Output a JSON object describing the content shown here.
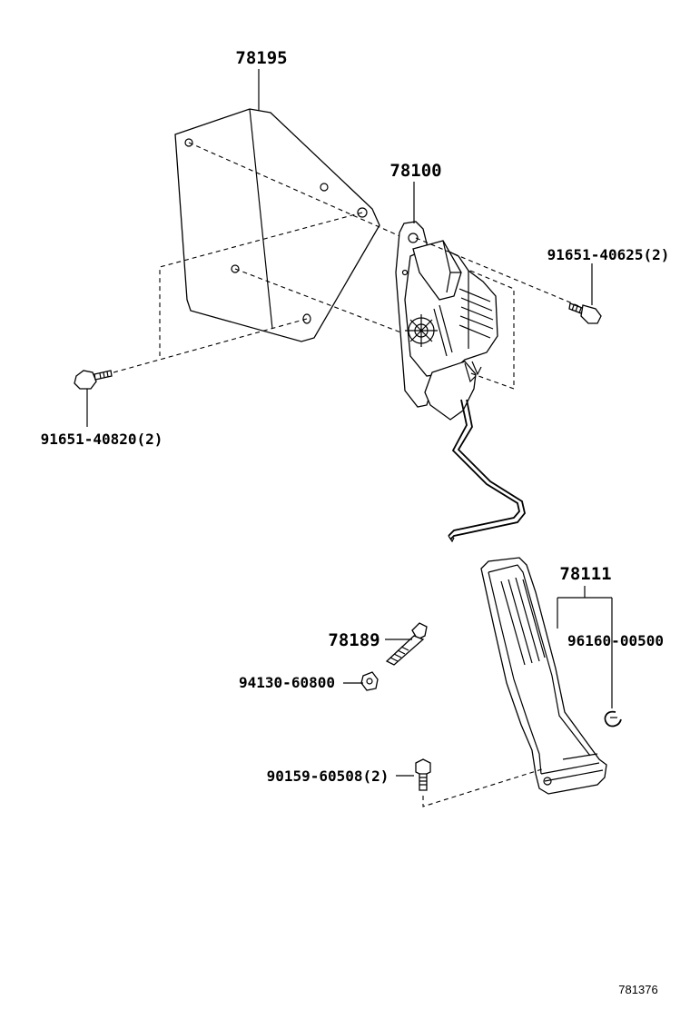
{
  "parts": {
    "p78195": "78195",
    "p78100": "78100",
    "p9165140625": "91651-40625(2)",
    "p9165140820": "91651-40820(2)",
    "p78111": "78111",
    "p78189": "78189",
    "p9616000500": "96160-00500",
    "p9413060800": "94130-60800",
    "p9015960508": "90159-60508(2)"
  },
  "diagram_ref": "781376"
}
